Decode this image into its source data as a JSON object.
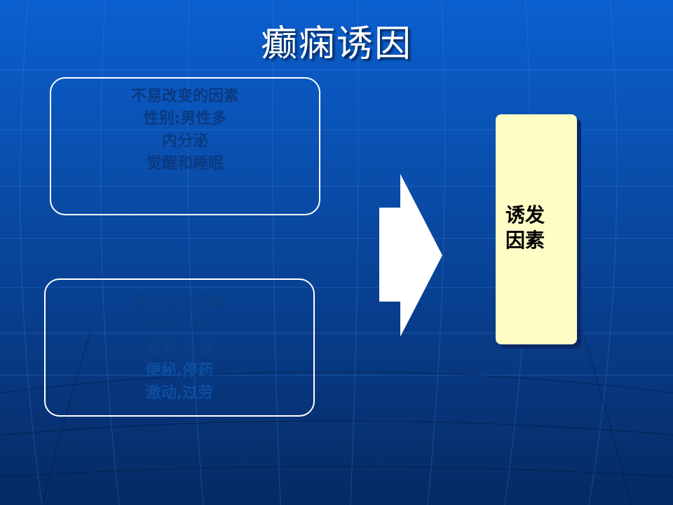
{
  "slide": {
    "title": "癫痫诱因"
  },
  "box_top": {
    "lines": [
      "不易改变的因素",
      "性别:男性多",
      "内分泌",
      "觉醒和睡眠"
    ]
  },
  "box_bottom": {
    "lines": [
      "易改变的因素",
      "发热,失眠",
      "疲劳,饥饿",
      "便秘,停药",
      "激动,过劳"
    ]
  },
  "trigger_box": {
    "lines": [
      "诱发",
      "因素"
    ]
  },
  "colors": {
    "background_top": "#0b5fcf",
    "background_bottom": "#062a63",
    "trigger_fill": "#fefdc5",
    "box_border": "#ffffff",
    "arrow_fill": "#ffffff"
  },
  "icons": {
    "arrow": "right-arrow-icon"
  }
}
